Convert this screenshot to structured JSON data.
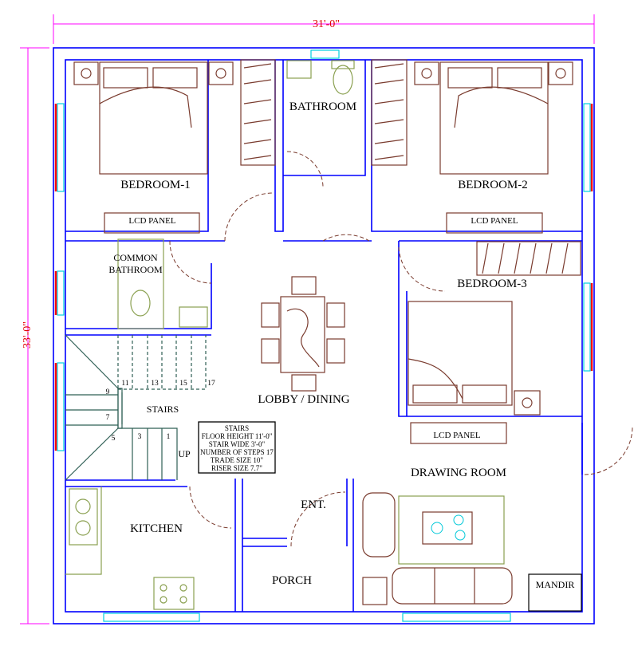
{
  "dimensions": {
    "width_label": "31'-0\"",
    "height_label": "33'-0\""
  },
  "rooms": {
    "bedroom1": "BEDROOM-1",
    "bedroom2": "BEDROOM-2",
    "bedroom3": "BEDROOM-3",
    "bathroom": "BATHROOM",
    "common_bathroom_line1": "COMMON",
    "common_bathroom_line2": "BATHROOM",
    "lobby": "LOBBY / DINING",
    "stairs": "STAIRS",
    "drawing_room": "DRAWING ROOM",
    "kitchen": "KITCHEN",
    "porch": "PORCH",
    "entrance": "ENT.",
    "mandir": "MANDIR"
  },
  "lcd_panel": "LCD PANEL",
  "stair_up": "UP",
  "stair_steps": [
    "1",
    "3",
    "5",
    "7",
    "9",
    "11",
    "13",
    "15",
    "17"
  ],
  "stair_notes": [
    "STAIRS",
    "FLOOR HEIGHT 11'-0\"",
    "STAIR WIDE 3'-0\"",
    "NUMBER OF STEPS 17",
    "TRADE SIZE 10\"",
    "RISER SIZE 7.7\""
  ],
  "colors": {
    "wall": "#0000ff",
    "furniture": "#7a3b2e",
    "dimension": "#ff00ff",
    "dimension_text": "#e00000",
    "window": "#00d0e0"
  }
}
